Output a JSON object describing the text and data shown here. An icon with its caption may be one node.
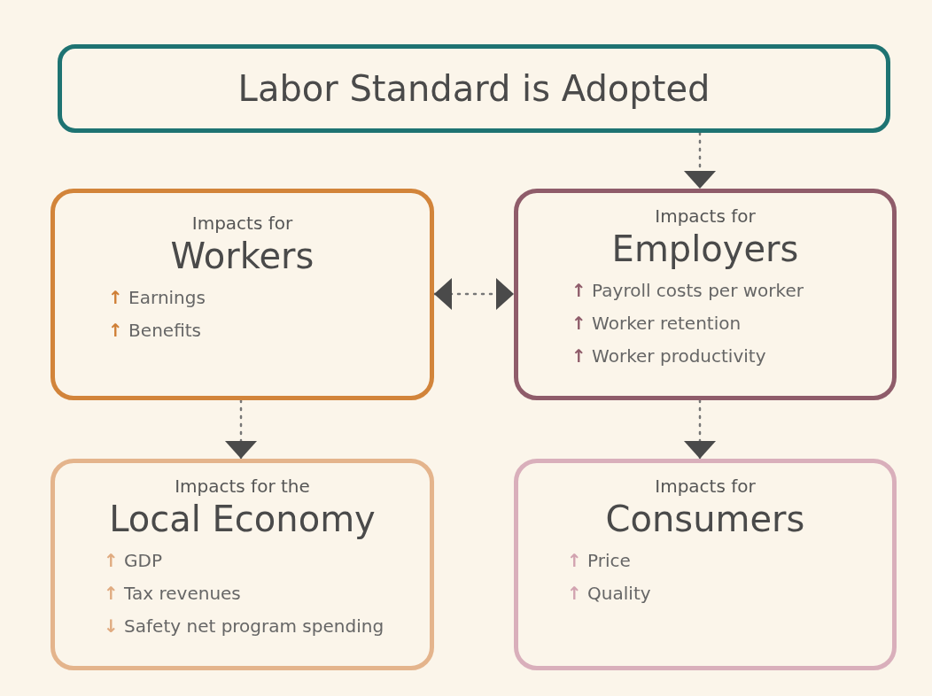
{
  "diagram": {
    "nodes": [
      {
        "text": [
          "Labor Standard is Adopted"
        ]
      },
      {
        "text": [
          "Impacts for",
          "Workers",
          "↑ Earnings",
          "↑ Benefits"
        ]
      },
      {
        "text": [
          "Impacts for",
          "Employers",
          "↑ Payroll costs per worker",
          "↑ Worker retention",
          "↑ Worker productivity"
        ]
      },
      {
        "text": [
          "Impacts for the",
          "Local Economy",
          "↑ GDP",
          "↑ Tax revenues",
          "↓ Safety net program spending"
        ]
      },
      {
        "text": [
          "Impacts for",
          "Consumers",
          "↑ Price",
          "↑ Quality"
        ]
      }
    ],
    "edges": [
      {
        "from": 0,
        "to": 2,
        "arrow": "to"
      },
      {
        "from": 1,
        "to": 2,
        "arrow": "both"
      },
      {
        "from": 1,
        "to": 3,
        "arrow": "to"
      },
      {
        "from": 2,
        "to": 4,
        "arrow": "to"
      }
    ]
  }
}
